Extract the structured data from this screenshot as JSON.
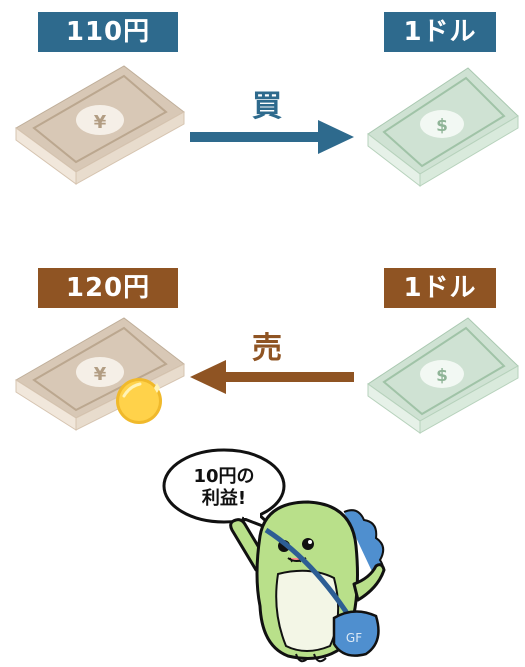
{
  "top": {
    "left_label": "110円",
    "right_label": "1ドル",
    "action": "買",
    "color": "#2e6a8d"
  },
  "bottom": {
    "left_label": "120円",
    "right_label": "1ドル",
    "action": "売",
    "color": "#8f5423"
  },
  "bubble": {
    "line1": "10円の",
    "line2": "利益!"
  },
  "icons": [
    "yen-banknote-stack-icon",
    "dollar-banknote-stack-icon",
    "arrow-right-icon",
    "arrow-left-icon",
    "gold-coin-icon",
    "dinosaur-mascot-icon"
  ]
}
